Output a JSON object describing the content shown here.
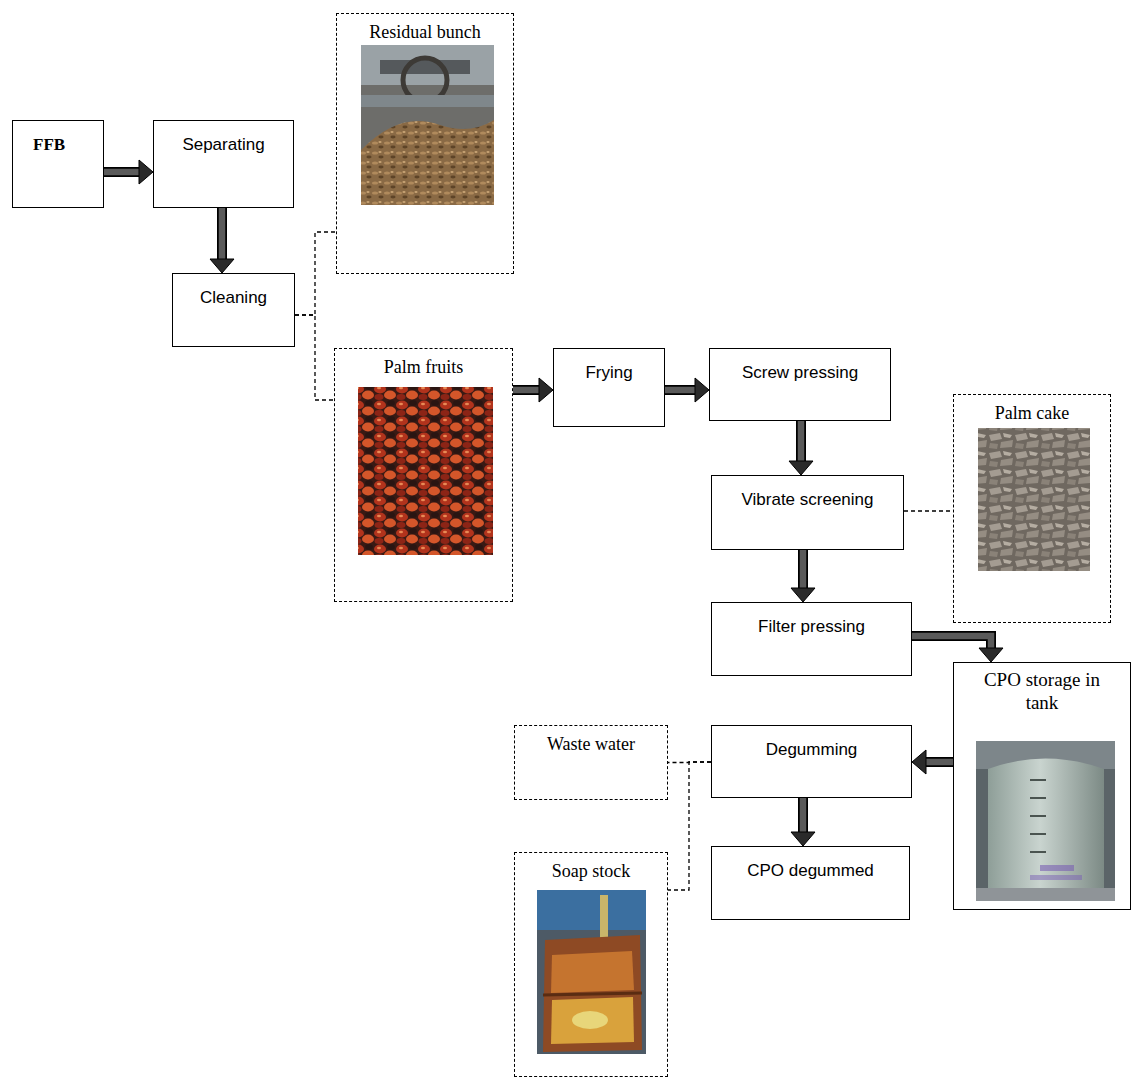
{
  "diagram": {
    "nodes": [
      {
        "text": [
          "FFB"
        ]
      },
      {
        "text": [
          "Separating"
        ]
      },
      {
        "text": [
          "Residual bunch"
        ]
      },
      {
        "text": [
          "Cleaning"
        ]
      },
      {
        "text": [
          "Palm fruits"
        ]
      },
      {
        "text": [
          "Frying"
        ]
      },
      {
        "text": [
          "Screw pressing"
        ]
      },
      {
        "text": [
          "Vibrate screening"
        ]
      },
      {
        "text": [
          "Palm cake"
        ]
      },
      {
        "text": [
          "Filter pressing"
        ]
      },
      {
        "text": [
          "CPO storage in tank"
        ]
      },
      {
        "text": [
          "Degumming"
        ]
      },
      {
        "text": [
          "Waste water"
        ]
      },
      {
        "text": [
          "CPO degummed"
        ]
      },
      {
        "text": [
          "Soap stock"
        ]
      }
    ],
    "edges": [
      {
        "from": 0,
        "to": 1,
        "arrow": "to"
      },
      {
        "from": 1,
        "to": 3,
        "arrow": "to"
      },
      {
        "from": 3,
        "to": 2,
        "arrow": "none"
      },
      {
        "from": 3,
        "to": 4,
        "arrow": "none"
      },
      {
        "from": 4,
        "to": 5,
        "arrow": "to"
      },
      {
        "from": 5,
        "to": 6,
        "arrow": "to"
      },
      {
        "from": 6,
        "to": 7,
        "arrow": "to"
      },
      {
        "from": 7,
        "to": 8,
        "arrow": "none"
      },
      {
        "from": 7,
        "to": 9,
        "arrow": "to"
      },
      {
        "from": 9,
        "to": 10,
        "arrow": "to"
      },
      {
        "from": 10,
        "to": 11,
        "arrow": "to"
      },
      {
        "from": 11,
        "to": 13,
        "arrow": "to"
      },
      {
        "from": 11,
        "to": 12,
        "arrow": "none"
      },
      {
        "from": 11,
        "to": 14,
        "arrow": "none"
      }
    ]
  }
}
